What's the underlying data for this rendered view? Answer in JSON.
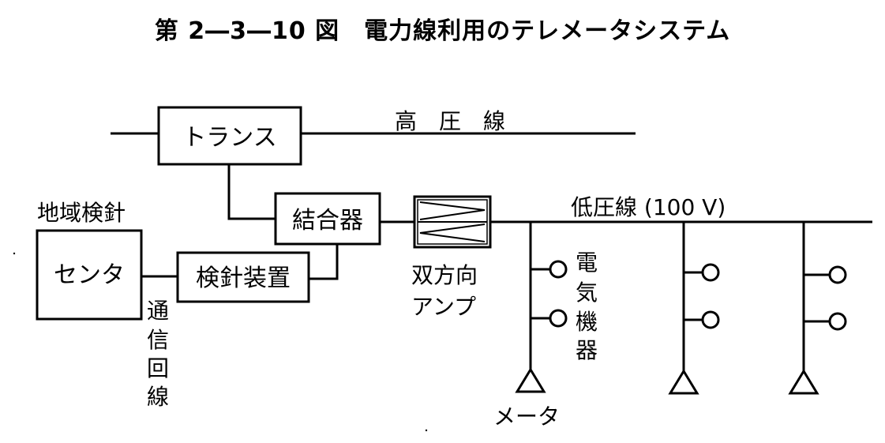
{
  "title": "第 2―3―10 図　電力線利用のテレメータシステム",
  "labels": {
    "transformer": "トランス",
    "high_voltage_line": "高　圧　線",
    "coupler": "結合器",
    "low_voltage_line": "低圧線 (100 V)",
    "regional_meter_reading": "地域検針",
    "center": "センタ",
    "meter_reading_device": "検針装置",
    "bidirectional_line1": "双方向",
    "bidirectional_line2": "アンプ",
    "electric_appliance_chars": [
      "電",
      "気",
      "機",
      "器"
    ],
    "communication_line_chars": [
      "通",
      "信",
      "回",
      "線"
    ],
    "meter": "メータ"
  }
}
